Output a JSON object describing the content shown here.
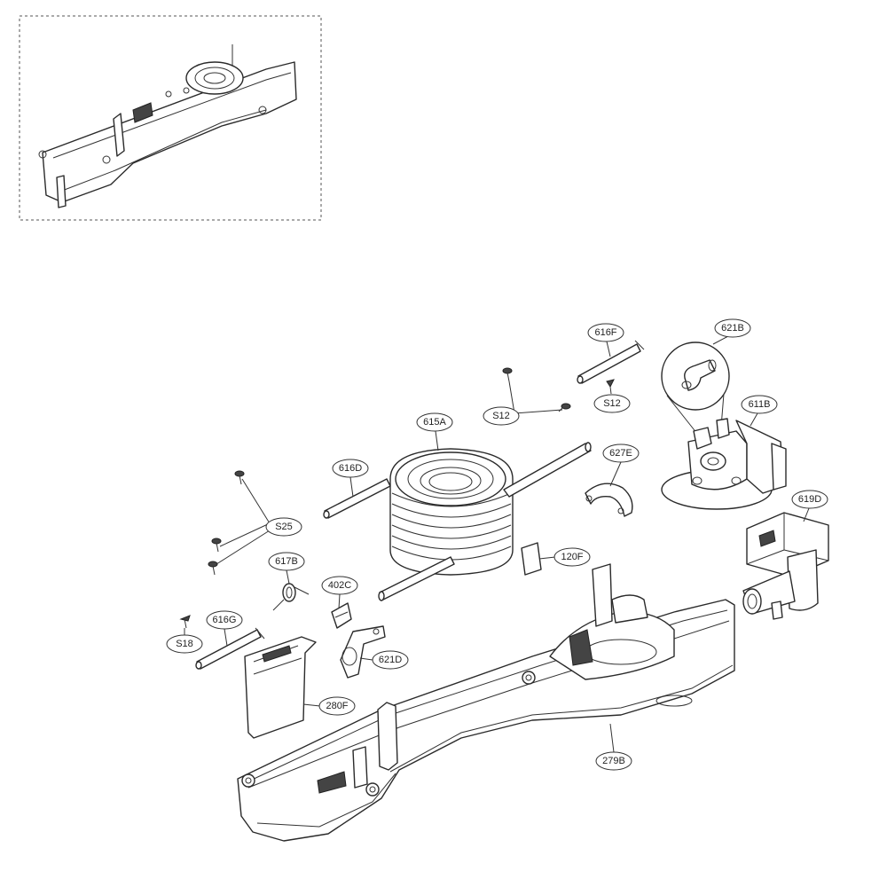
{
  "labels": {
    "l_616F": "616F",
    "l_621B": "621B",
    "l_S12_a": "S12",
    "l_S12_b": "S12",
    "l_611B": "611B",
    "l_615A": "615A",
    "l_627E": "627E",
    "l_616D": "616D",
    "l_619D": "619D",
    "l_S25": "S25",
    "l_120F": "120F",
    "l_617B": "617B",
    "l_402C": "402C",
    "l_616G": "616G",
    "l_S18": "S18",
    "l_621D": "621D",
    "l_280F": "280F",
    "l_279B": "279B"
  }
}
